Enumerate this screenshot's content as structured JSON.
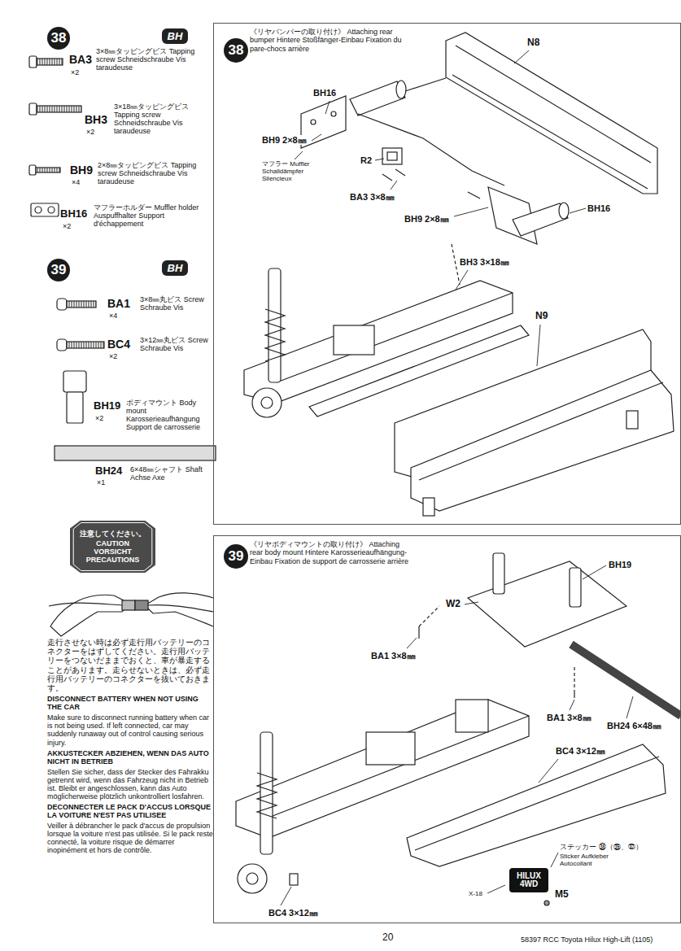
{
  "diagram": {
    "nodes": [
      {
        "text": [
          "38"
        ]
      },
      {
        "text": [
          "BH"
        ]
      },
      {
        "text": [
          "39"
        ]
      },
      {
        "text": [
          "BH"
        ]
      },
      {
        "text": [
          "注意してください。",
          "CAUTION VORSICHT PRECAUTIONS"
        ]
      },
      {
        "text": [
          "《リヤバンパーの取り付け》 Attaching rear bumper Hintere Stoßfänger-Einbau Fixation du pare-chocs arrière"
        ]
      },
      {
        "text": [
          "38"
        ],
        "in": 5
      },
      {
        "text": [
          "《リヤボディマウントの取り付け》 Attaching rear body mount Hintere Karosserieaufhängung-Einbau Fixation de support de carrosserie arrière"
        ]
      },
      {
        "text": [
          "39"
        ],
        "in": 7
      },
      {
        "text": [
          "HILUX 4WD"
        ],
        "in": 7
      }
    ],
    "labels": [
      "BA3",
      "×2",
      "3×8㎜タッピングビス Tapping screw Schneidschraube Vis taraudeuse",
      "BH3",
      "×2",
      "3×18㎜タッピングビス Tapping screw Schneidschraube Vis taraudeuse",
      "BH9",
      "×4",
      "2×8㎜タッピングビス Tapping screw Schneidschraube Vis taraudeuse",
      "BH16",
      "×2",
      "マフラーホルダー Muffler holder Auspuffhalter Support d'échappement",
      "BA1",
      "×4",
      "3×8㎜丸ビス Screw Schraube Vis",
      "BC4",
      "×2",
      "3×12㎜丸ビス Screw Schraube Vis",
      "BH19",
      "×2",
      "ボディマウント Body mount Karosserieaufhängung Support de carrosserie",
      "BH24",
      "×1",
      "6×48㎜シャフト Shaft Achse Axe",
      "走行させない時は必ず走行用バッテリーのコネクターをはずしてください。走行用バッテリーをつないだままでおくと、車が暴走することがあります。走らせないときは、必ず走行用バッテリーのコネクターを抜いておきます。",
      "DISCONNECT BATTERY WHEN NOT USING THE CAR",
      "Make sure to disconnect running battery when car is not being used. If left connected, car may suddenly runaway out of control causing serious injury.",
      "AKKUSTECKER ABZIEHEN, WENN DAS AUTO NICHT IN BETRIEB",
      "Stellen Sie sicher, dass der Stecker des Fahrakku getrennt wird, wenn das Fahrzeug nicht in Betrieb ist. Bleibt er angeschlossen, kann das Auto möglicherweise plötzlich unkontrolliert losfahren.",
      "DECONNECTER LE PACK D'ACCUS LORSQUE LA VOITURE N'EST PAS UTILISEE",
      "Veiller à débrancher le pack d'accus de propulsion lorsque la voiture n'est pas utilisée. Si le pack reste connecté, la voiture risque de démarrer inopinément et hors de contrôle.",
      "N8",
      "BH16",
      "BH9 2×8㎜",
      "マフラー Muffler Schalldämpfer Silencieux",
      "R2",
      "BA3 3×8㎜",
      "BH9 2×8㎜",
      "BH16",
      "BH3 3×18㎜",
      "N9",
      "BH19",
      "W2",
      "BA1 3×8㎜",
      "BA1 3×8㎜",
      "BH24 6×48㎜",
      "BC4 3×12㎜",
      "ステッカー ㊳（㉟、㊲）",
      "Sticker Aufkleber Autocollant",
      "X-18",
      "M5",
      "BC4 3×12㎜",
      "20",
      "58397 RCC Toyota Hilux High-Lift (1105)"
    ]
  }
}
